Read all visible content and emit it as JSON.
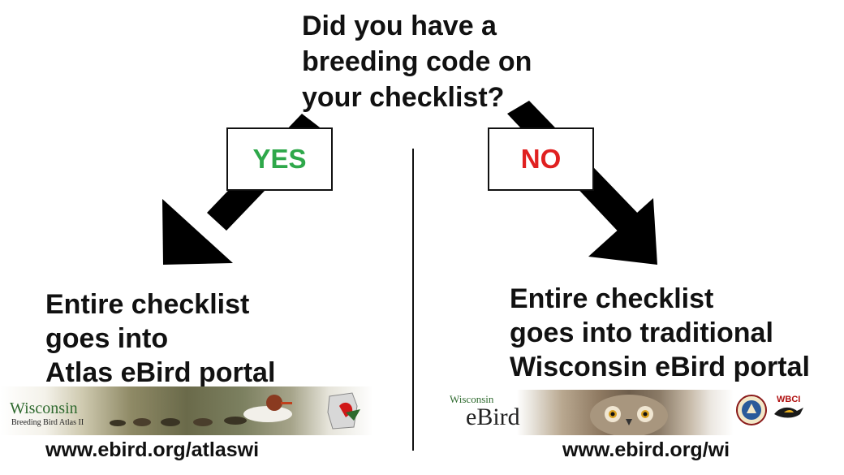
{
  "question": {
    "lines": [
      "Did you have a",
      "breeding code on",
      "your checklist?"
    ]
  },
  "yes_label": "YES",
  "no_label": "NO",
  "left_outcome": {
    "lines": [
      "Entire checklist",
      "goes into",
      "Atlas eBird portal"
    ]
  },
  "right_outcome": {
    "lines": [
      "Entire checklist",
      "goes into traditional",
      "Wisconsin eBird portal"
    ]
  },
  "left_url": "www.ebird.org/atlaswi",
  "right_url": "www.ebird.org/wi",
  "atlas_logo": {
    "title": "Wisconsin",
    "subtitle": "Breeding Bird Atlas II"
  },
  "ebird_logo": {
    "state": "Wisconsin",
    "name": "eBird"
  },
  "wbci_logo": "WBCI",
  "colors": {
    "yes": "#2ea84a",
    "no": "#e02020",
    "arrow": "#000000"
  },
  "icons": [
    "bird-silhouette-map-icon",
    "owl-photo",
    "merganser-photo",
    "society-seal-icon",
    "wbci-bird-icon"
  ]
}
